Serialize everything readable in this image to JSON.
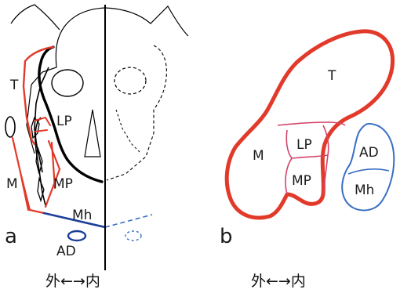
{
  "colors": {
    "red": "#e23a2a",
    "pink": "#d4446a",
    "blue": "#3a6fc4",
    "navy": "#1c3f9a",
    "black": "#000000"
  },
  "panel_a": {
    "letter": "a",
    "labels": {
      "T": "T",
      "LP": "LP",
      "M": "M",
      "MP": "MP",
      "Mh": "Mh",
      "AD": "AD"
    },
    "caption": "外←→内"
  },
  "panel_b": {
    "letter": "b",
    "labels": {
      "T": "T",
      "M": "M",
      "LP": "LP",
      "MP": "MP",
      "AD": "AD",
      "Mh": "Mh"
    },
    "caption": "外←→内"
  }
}
